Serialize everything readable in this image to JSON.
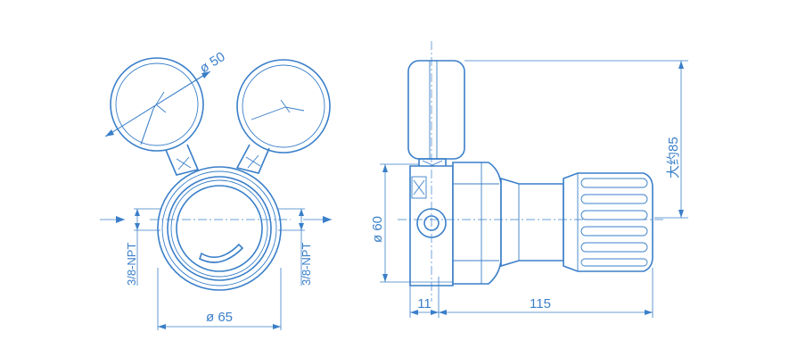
{
  "labels": {
    "gauge_diameter": "ø 50",
    "body_diameter": "ø 65",
    "inlet_port": "3/8-NPT",
    "outlet_port": "3/8-NPT",
    "side_diameter": "ø 60",
    "height_approx": "大约85",
    "offset_length": "11",
    "overall_length": "115"
  },
  "colors": {
    "line": "#3a7fc9",
    "background": "#ffffff"
  }
}
